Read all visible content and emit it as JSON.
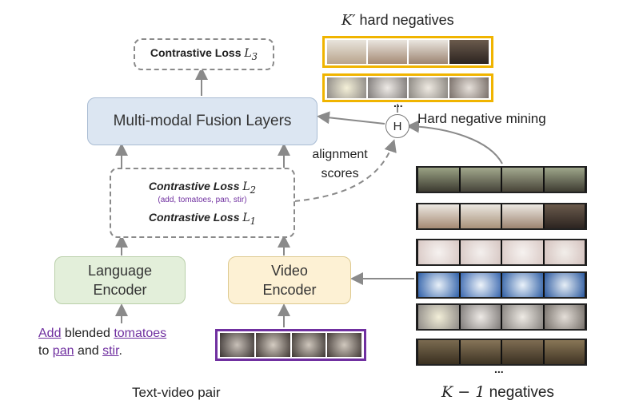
{
  "losses": {
    "l3_text": "Contrastive Loss",
    "l3_sym": "L",
    "l3_sub": "3",
    "l2_text": "Contrastive Loss",
    "l2_sym": "L",
    "l2_sub": "2",
    "l2_tokens": "(add, tomatoes, pan, stir)",
    "l1_text": "Contrastive Loss",
    "l1_sym": "L",
    "l1_sub": "1"
  },
  "fusion": {
    "label": "Multi-modal Fusion Layers"
  },
  "language_encoder": {
    "line1": "Language",
    "line2": "Encoder"
  },
  "video_encoder": {
    "line1": "Video",
    "line2": "Encoder"
  },
  "alignment": {
    "line1": "alignment",
    "line2": "scores"
  },
  "hard_mining": {
    "circle": "H",
    "label": "Hard negative mining"
  },
  "hard_negatives": {
    "title_prefix": "K′",
    "title_suffix": " hard negatives",
    "ellipsis": "..."
  },
  "negatives": {
    "title_prefix": "K − 1",
    "title_suffix": " negatives",
    "ellipsis": "..."
  },
  "sentence": {
    "w1": "Add",
    "t1": " blended ",
    "w2": "tomatoes",
    "t2": "to ",
    "w3": "pan",
    "t3": " and ",
    "w4": "stir",
    "t4": "."
  },
  "pair_caption": "Text-video pair",
  "colors": {
    "accent_purple": "#7030a0",
    "hard_negative_border": "#f0b400",
    "fusion_fill": "#dce6f2",
    "language_fill": "#e3efda",
    "video_fill": "#fdf1d4",
    "arrow": "#8a8a8a"
  }
}
